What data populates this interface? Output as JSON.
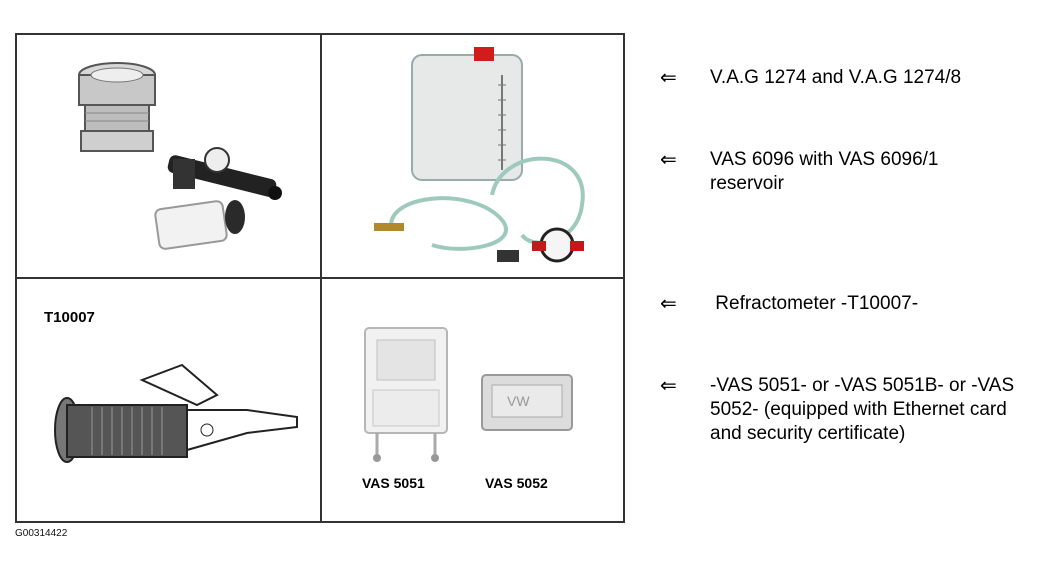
{
  "figure_code": "G00314422",
  "cells": {
    "top_left": {
      "icon": "adapter-and-pump-tool-image"
    },
    "top_right": {
      "icon": "coolant-reservoir-with-hoses-image"
    },
    "bottom_left": {
      "label": "T10007",
      "icon": "refractometer-image"
    },
    "bottom_right": {
      "labels": [
        "VAS 5051",
        "VAS 5052"
      ],
      "icon": "diagnostic-units-image"
    }
  },
  "items": [
    {
      "arrow": "⇐",
      "text": "V.A.G 1274 and V.A.G 1274/8"
    },
    {
      "arrow": "⇐",
      "text": "VAS 6096 with VAS 6096/1 reservoir"
    },
    {
      "arrow": "⇐",
      "text": " Refractometer -T10007-"
    },
    {
      "arrow": "⇐",
      "text": "-VAS 5051- or -VAS 5051B- or -VAS 5052- (equipped with Ethernet card and security certificate)"
    }
  ]
}
